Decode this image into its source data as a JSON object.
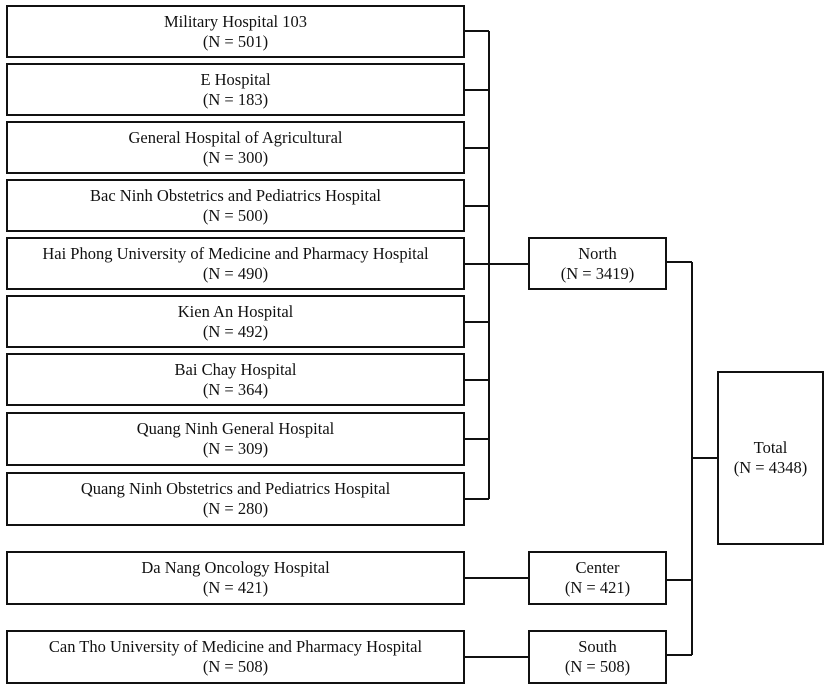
{
  "hospitals": [
    {
      "name": "Military Hospital 103",
      "n": "(N = 501)"
    },
    {
      "name": "E Hospital",
      "n": "(N = 183)"
    },
    {
      "name": "General Hospital of Agricultural",
      "n": "(N = 300)"
    },
    {
      "name": "Bac Ninh Obstetrics and Pediatrics Hospital",
      "n": "(N = 500)"
    },
    {
      "name": "Hai Phong University of Medicine and Pharmacy Hospital",
      "n": "(N = 490)"
    },
    {
      "name": "Kien An Hospital",
      "n": "(N = 492)"
    },
    {
      "name": "Bai Chay Hospital",
      "n": "(N = 364)"
    },
    {
      "name": "Quang Ninh General Hospital",
      "n": "(N = 309)"
    },
    {
      "name": "Quang Ninh Obstetrics and Pediatrics Hospital",
      "n": "(N = 280)"
    },
    {
      "name": "Da Nang Oncology Hospital",
      "n": "(N = 421)"
    },
    {
      "name": "Can Tho University of Medicine and Pharmacy Hospital",
      "n": "(N = 508)"
    }
  ],
  "regions": [
    {
      "name": "North",
      "n": "(N = 3419)"
    },
    {
      "name": "Center",
      "n": "(N = 421)"
    },
    {
      "name": "South",
      "n": "(N = 508)"
    }
  ],
  "total": {
    "name": "Total",
    "n": "(N = 4348)"
  }
}
